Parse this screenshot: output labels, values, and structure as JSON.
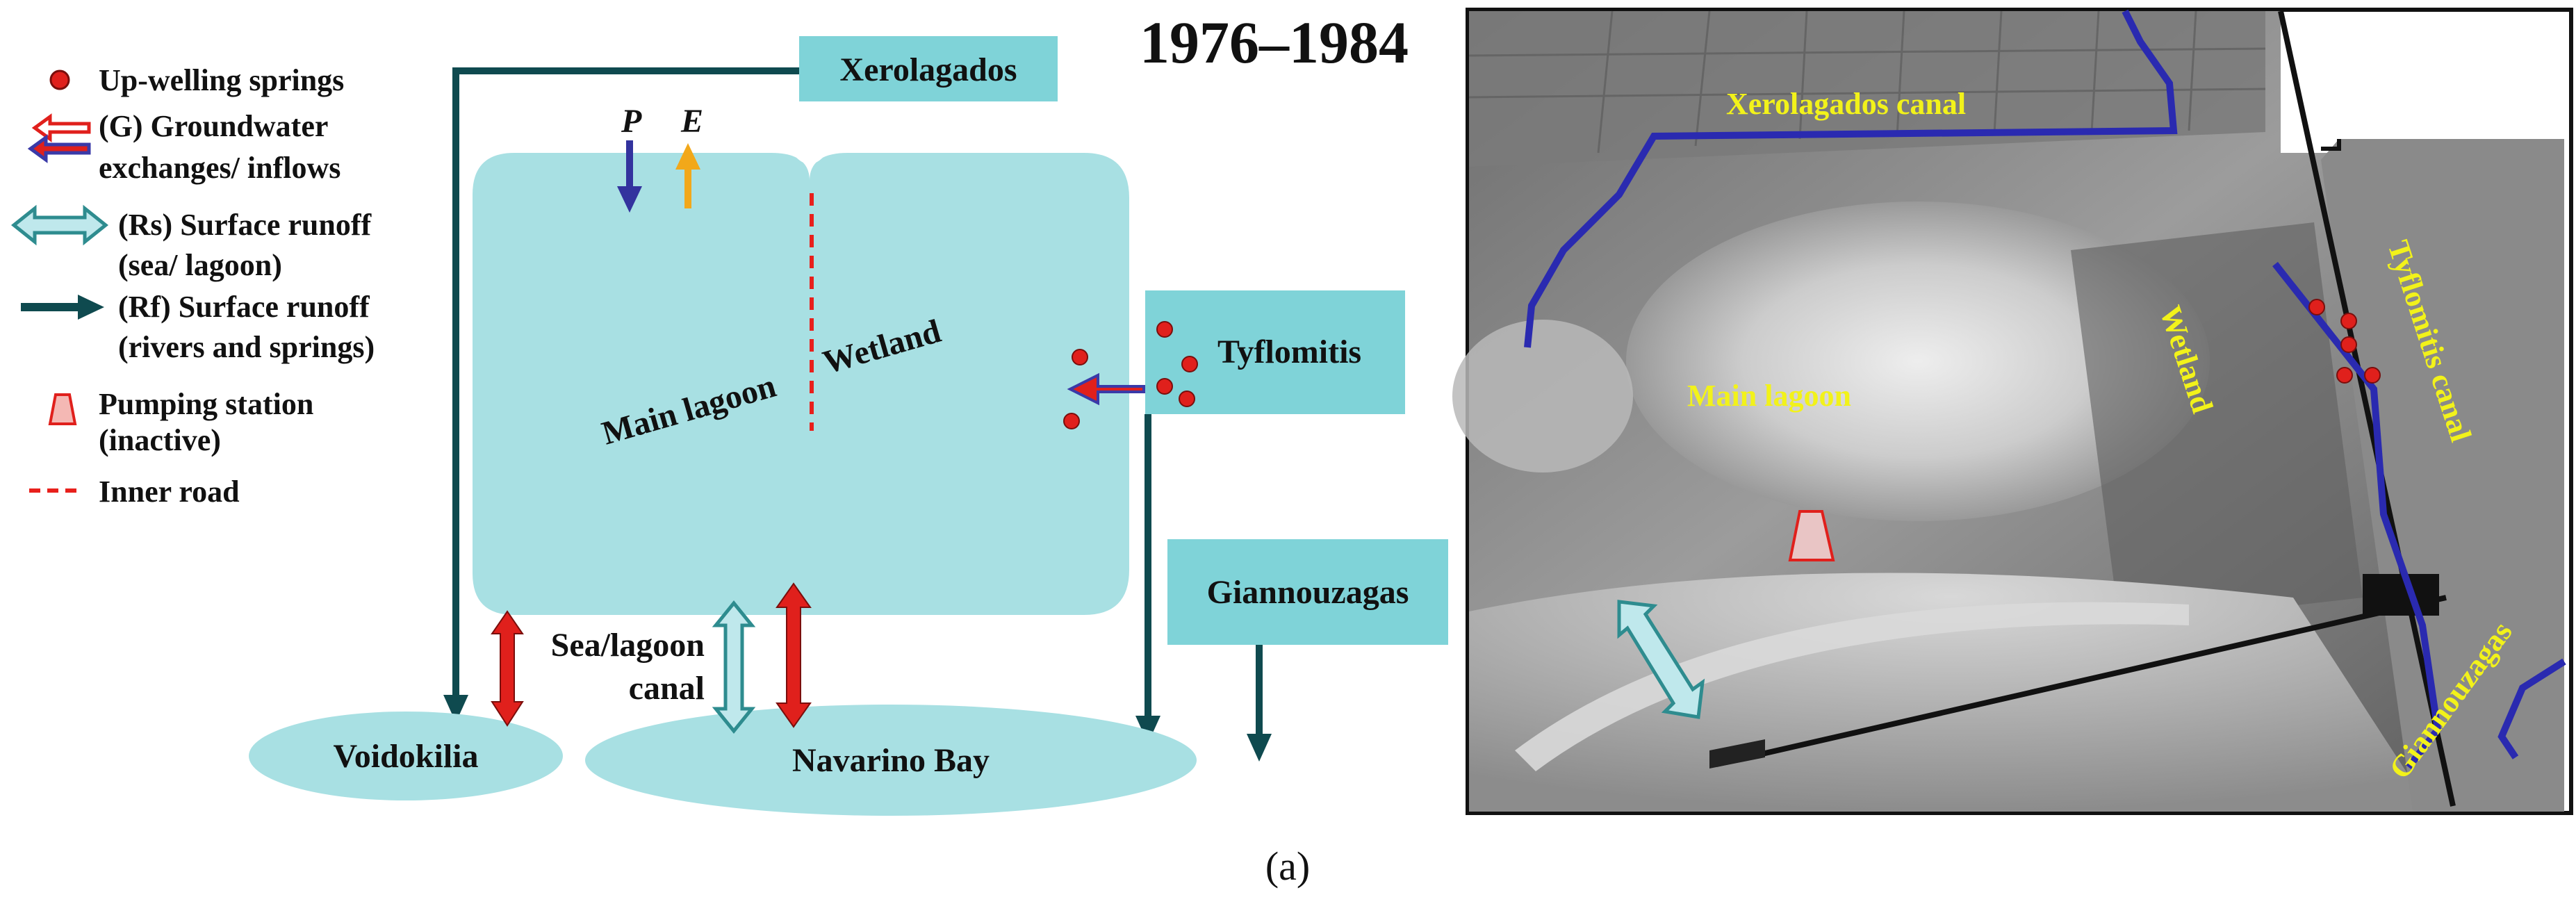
{
  "period_title": "1976–1984",
  "caption": "(a)",
  "colors": {
    "box_fill": "#7fd3d8",
    "lagoon_fill": "#a8e0e3",
    "flow_dark": "#0f4a4f",
    "groundwater_red": "#e0201c",
    "groundwater_blue": "#3a3aa8",
    "precip_arrow": "#33339e",
    "evap_arrow": "#f2a81a",
    "inner_road": "#e8201c",
    "spring_dot": "#e0201c",
    "photo_canal": "#2a2ab0",
    "photo_label": "#f2f21a"
  },
  "legend": {
    "items": [
      {
        "icon": "dot-icon",
        "lines": [
          "Up-welling springs"
        ]
      },
      {
        "icon": "groundwater-double-arrow-icon",
        "lines": [
          "(G) Groundwater",
          "exchanges/ inflows"
        ]
      },
      {
        "icon": "surface-runoff-double-arrow-icon",
        "lines": [
          "(Rs) Surface runoff",
          "(sea/ lagoon)"
        ]
      },
      {
        "icon": "river-arrow-icon",
        "lines": [
          "(Rf) Surface runoff",
          "(rivers and springs)"
        ]
      },
      {
        "icon": "pumping-station-icon",
        "lines": [
          "Pumping station",
          "(inactive)"
        ]
      },
      {
        "icon": "dashed-line-icon",
        "lines": [
          "Inner road"
        ]
      }
    ]
  },
  "diagram": {
    "sources": {
      "xerolagados": "Xerolagados",
      "tyflomitis": "Tyflomitis",
      "giannouzagas": "Giannouzagas"
    },
    "sinks": {
      "voidokilia": "Voidokilia",
      "navarino_bay": "Navarino Bay"
    },
    "lagoon": {
      "main_lagoon": "Main lagoon",
      "wetland": "Wetland"
    },
    "fluxes": {
      "precipitation": "P",
      "evaporation": "E"
    },
    "canal_label_lines": [
      "Sea/lagoon",
      "canal"
    ]
  },
  "photo": {
    "labels": {
      "xerolagados_canal": "Xerolagados canal",
      "tyflomitis_canal": "Tyflomitis canal",
      "main_lagoon": "Main lagoon",
      "wetland": "Wetland",
      "giannouzagas": "Giannouzagas"
    }
  }
}
